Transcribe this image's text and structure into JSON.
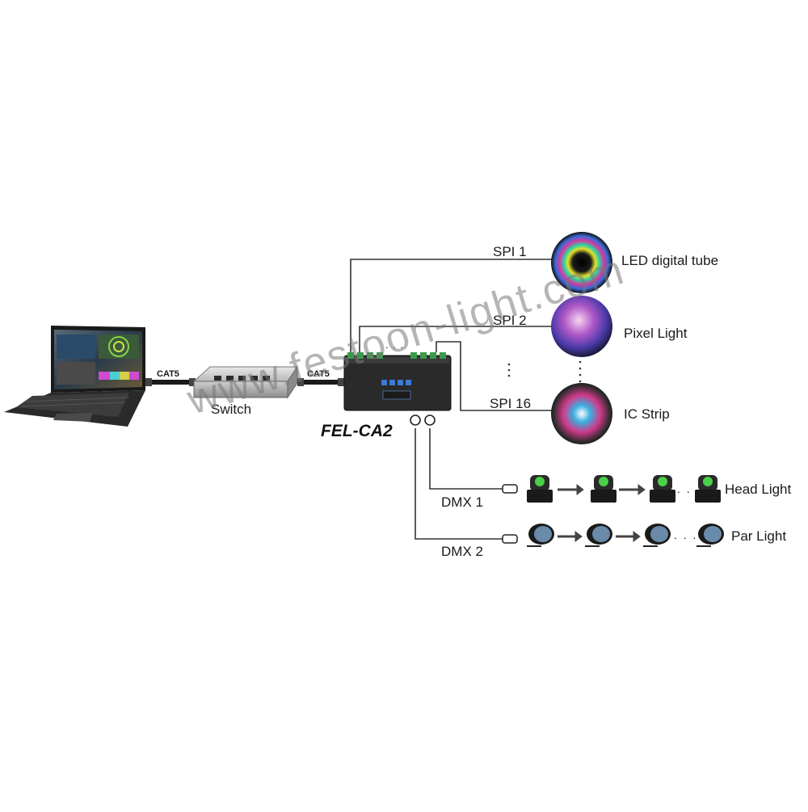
{
  "diagram": {
    "watermark": "www.festoon-light.com",
    "cable_label": "CAT5",
    "switch_label": "Switch",
    "controller_model": "FEL-CA2",
    "spi_outputs": [
      {
        "port": "SPI 1",
        "device": "LED digital tube"
      },
      {
        "port": "SPI 2",
        "device": "Pixel Light"
      },
      {
        "port": "SPI 16",
        "device": "IC Strip"
      }
    ],
    "dmx_outputs": [
      {
        "port": "DMX 1",
        "device": "Head Light"
      },
      {
        "port": "DMX 2",
        "device": "Par Light"
      }
    ],
    "ellipsis": ". . ."
  },
  "colors": {
    "line": "#333333",
    "device_body": "#2a2a2a",
    "port_green": "#3a9b4a",
    "button_blue": "#3a7bd5",
    "watermark": "#8a8a8a"
  }
}
